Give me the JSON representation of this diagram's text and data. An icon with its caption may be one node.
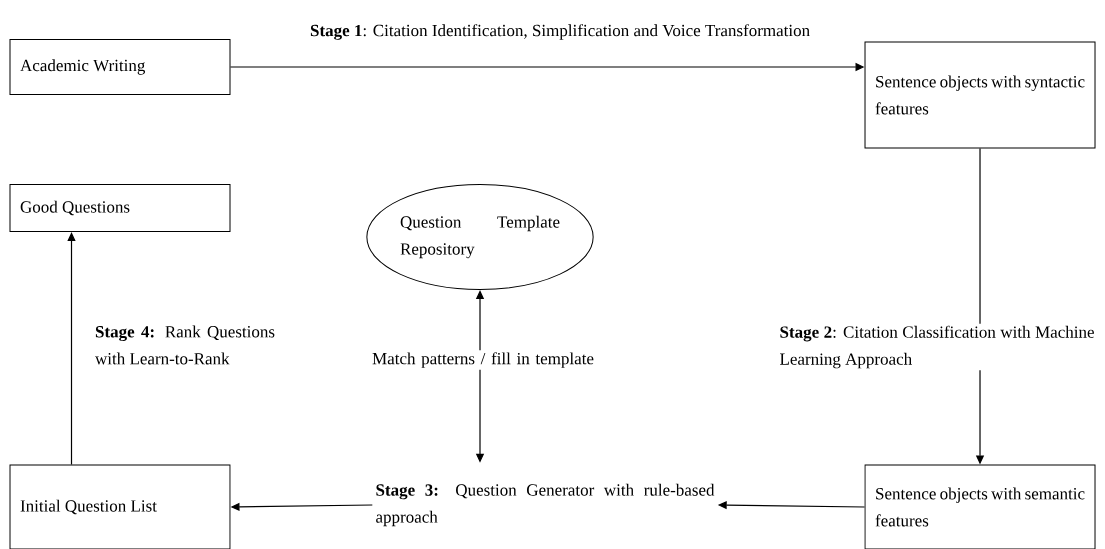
{
  "diagram": {
    "nodes": [
      {
        "text": [
          "Academic Writing"
        ]
      },
      {
        "text": [
          "Sentence objects with syntactic features"
        ]
      },
      {
        "text": [
          "Good Questions"
        ]
      },
      {
        "text": [
          "Question Template Repository"
        ]
      },
      {
        "text": [
          "Initial Question List"
        ]
      },
      {
        "text": [
          "**Stage 3:** Question Generator with rule-based approach"
        ]
      },
      {
        "text": [
          "Sentence objects with semantic features"
        ]
      }
    ],
    "edges": [
      {
        "from": 0,
        "to": 1,
        "arrow": "to",
        "label": "**Stage 1**: Citation Identification, Simplification and Voice Transformation"
      },
      {
        "from": 1,
        "to": 6,
        "arrow": "to",
        "label": "**Stage 2**: Citation Classification with Machine Learning Approach"
      },
      {
        "from": 6,
        "to": 5,
        "arrow": "to"
      },
      {
        "from": 5,
        "to": 4,
        "arrow": "to"
      },
      {
        "from": 4,
        "to": 2,
        "arrow": "to",
        "label": "**Stage 4:** Rank Questions with Learn-to-Rank"
      },
      {
        "from": 3,
        "to": 5,
        "arrow": "both",
        "label": "Match patterns / fill in template"
      }
    ]
  }
}
